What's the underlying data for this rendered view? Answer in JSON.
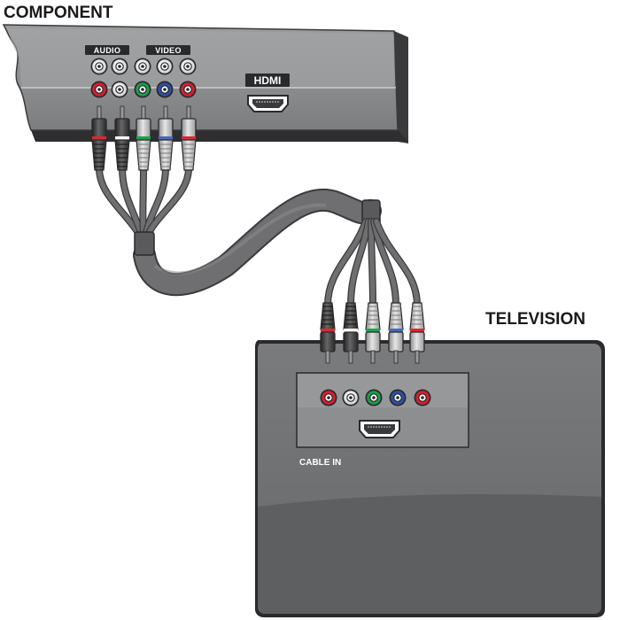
{
  "labels": {
    "component": "COMPONENT",
    "television": "TELEVISION",
    "audio": "AUDIO",
    "video": "VIDEO",
    "hdmi": "HDMI",
    "cable_in": "CABLE IN"
  },
  "icons": {
    "rca_jack": "rca-jack-icon",
    "hdmi_port": "hdmi-port-icon",
    "rca_plug": "rca-plug-icon"
  },
  "colors": {
    "device_body": "#8e8f91",
    "device_top": "#a9aaac",
    "device_dark": "#3a3a3c",
    "tv_body": "#6d6e70",
    "tv_dark": "#2e2e30",
    "cable": "#6f6f71",
    "jack_white": "#f4f4f4",
    "jack_red": "#d2202f",
    "jack_green": "#1e9a4a",
    "jack_blue": "#2d4fa2",
    "band_black": "#2a2a2a",
    "band_green": "#20a04f",
    "band_blue": "#4a68b8",
    "band_red": "#d62a35"
  }
}
